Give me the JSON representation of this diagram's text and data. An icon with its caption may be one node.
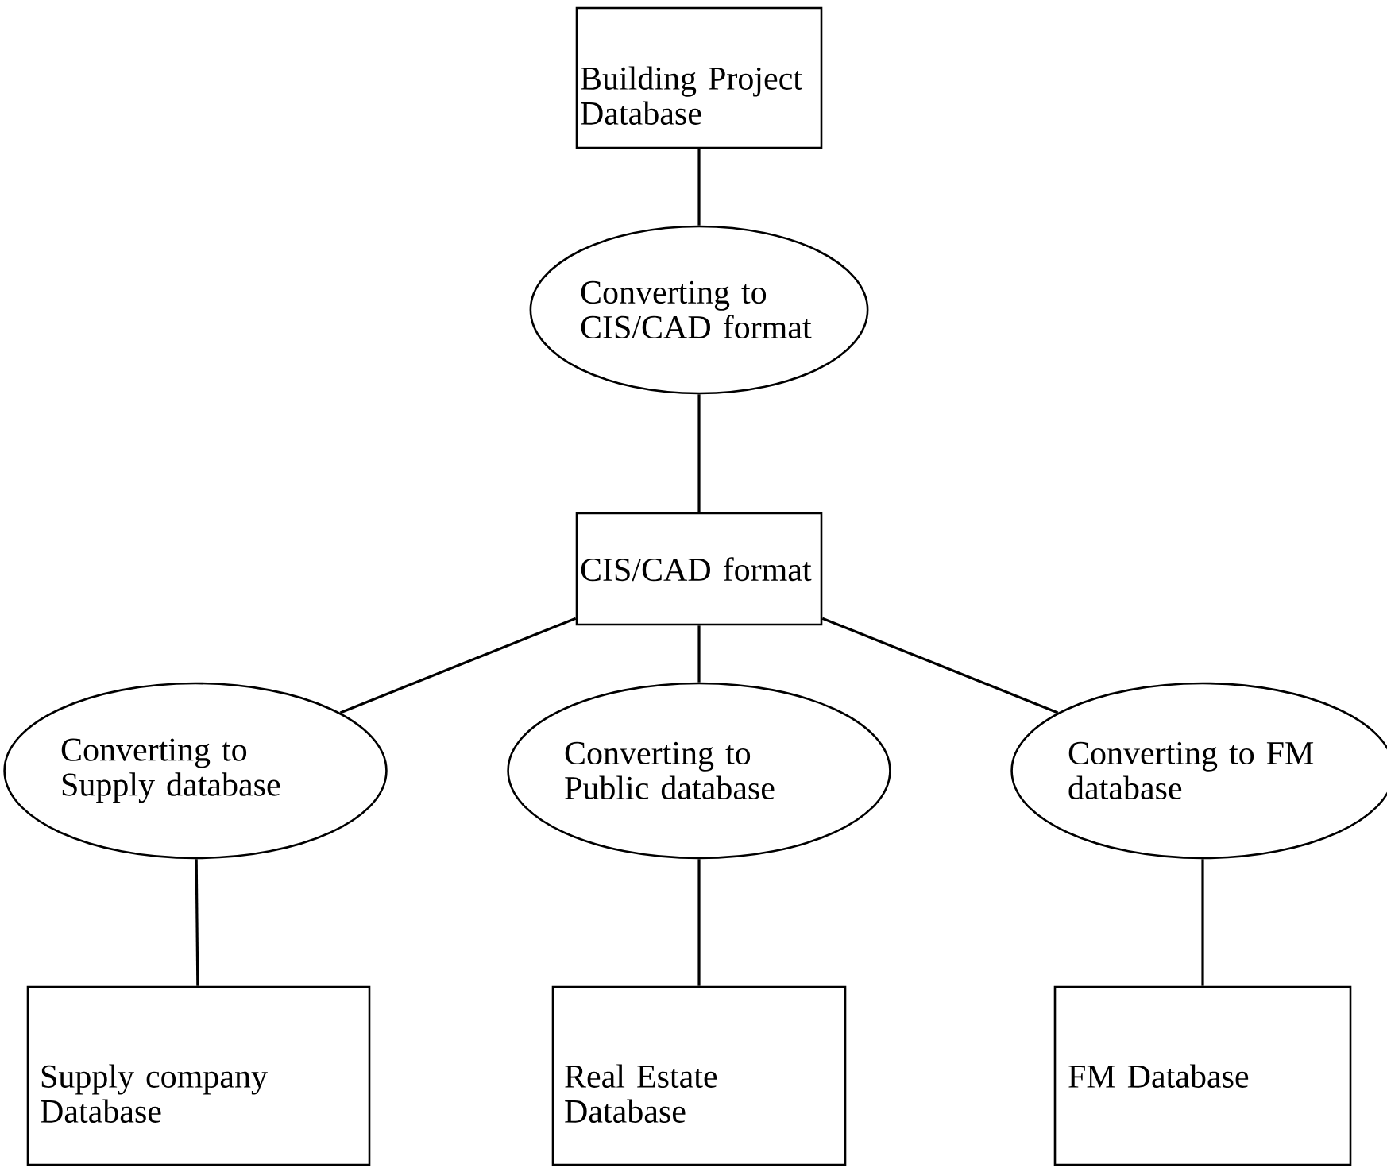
{
  "diagram": {
    "nodes": [
      {
        "text": [
          "Building Project Database"
        ]
      },
      {
        "text": [
          "Converting to CIS/CAD format"
        ]
      },
      {
        "text": [
          "CIS/CAD format"
        ]
      },
      {
        "text": [
          "Converting to Supply database"
        ]
      },
      {
        "text": [
          "Converting to Public database"
        ]
      },
      {
        "text": [
          "Converting to FM database"
        ]
      },
      {
        "text": [
          "Supply company Database"
        ]
      },
      {
        "text": [
          "Real Estate Database"
        ]
      },
      {
        "text": [
          "FM Database"
        ]
      }
    ],
    "edges": [
      {
        "from": 0,
        "to": 1,
        "arrow": "none"
      },
      {
        "from": 1,
        "to": 2,
        "arrow": "none"
      },
      {
        "from": 2,
        "to": 3,
        "arrow": "none"
      },
      {
        "from": 2,
        "to": 4,
        "arrow": "none"
      },
      {
        "from": 2,
        "to": 5,
        "arrow": "none"
      },
      {
        "from": 3,
        "to": 6,
        "arrow": "none"
      },
      {
        "from": 4,
        "to": 7,
        "arrow": "none"
      },
      {
        "from": 5,
        "to": 8,
        "arrow": "none"
      }
    ]
  }
}
